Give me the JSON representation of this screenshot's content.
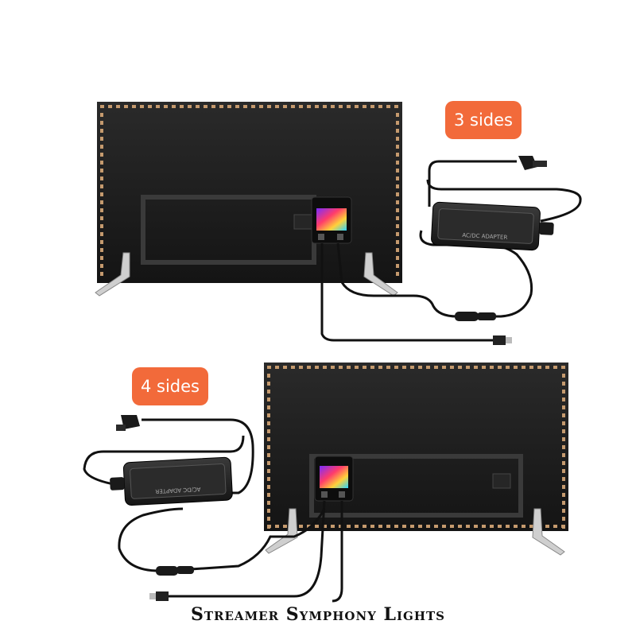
{
  "badges": {
    "top": "3 sides",
    "bottom": "4 sides"
  },
  "caption": "Streamer Symphony Lights",
  "adapter_label": "AC/DC ADAPTER",
  "colors": {
    "badge": "#f26a3a",
    "tv_panel": "#1e1e1e",
    "led_dot": "#c59a6e",
    "cable": "#111111"
  },
  "tvs": [
    {
      "name": "tv-3-sides",
      "led_sides": [
        "top",
        "left",
        "right"
      ]
    },
    {
      "name": "tv-4-sides",
      "led_sides": [
        "top",
        "left",
        "right",
        "bottom"
      ]
    }
  ]
}
